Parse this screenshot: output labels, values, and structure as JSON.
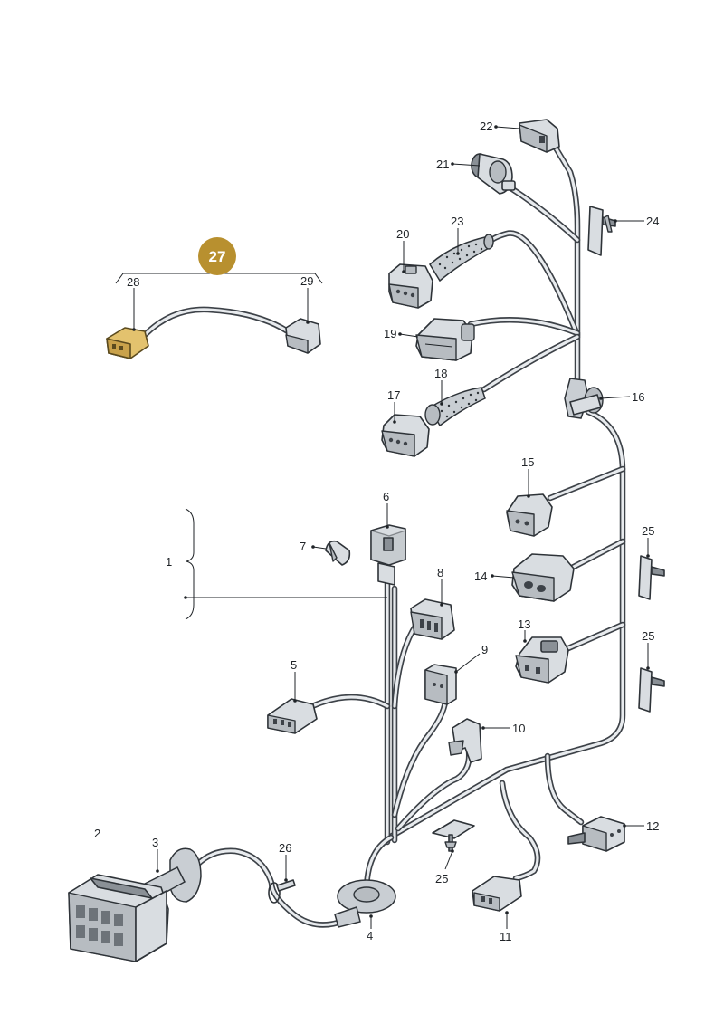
{
  "diagram": {
    "callouts": {
      "c1": "1",
      "c2": "2",
      "c3": "3",
      "c4": "4",
      "c5": "5",
      "c6": "6",
      "c7": "7",
      "c8": "8",
      "c9": "9",
      "c10": "10",
      "c11": "11",
      "c12": "12",
      "c13": "13",
      "c14": "14",
      "c15": "15",
      "c16": "16",
      "c17": "17",
      "c18": "18",
      "c19": "19",
      "c20": "20",
      "c21": "21",
      "c22": "22",
      "c23": "23",
      "c24": "24",
      "c25a": "25",
      "c25b": "25",
      "c25c": "25",
      "c26": "26",
      "c27": "27",
      "c28": "28",
      "c29": "29"
    },
    "colors": {
      "highlight_badge": "#b8902f",
      "highlight_part": "#e3c26e",
      "wire": "#3d4248",
      "part_fill": "#d9dde1"
    }
  }
}
